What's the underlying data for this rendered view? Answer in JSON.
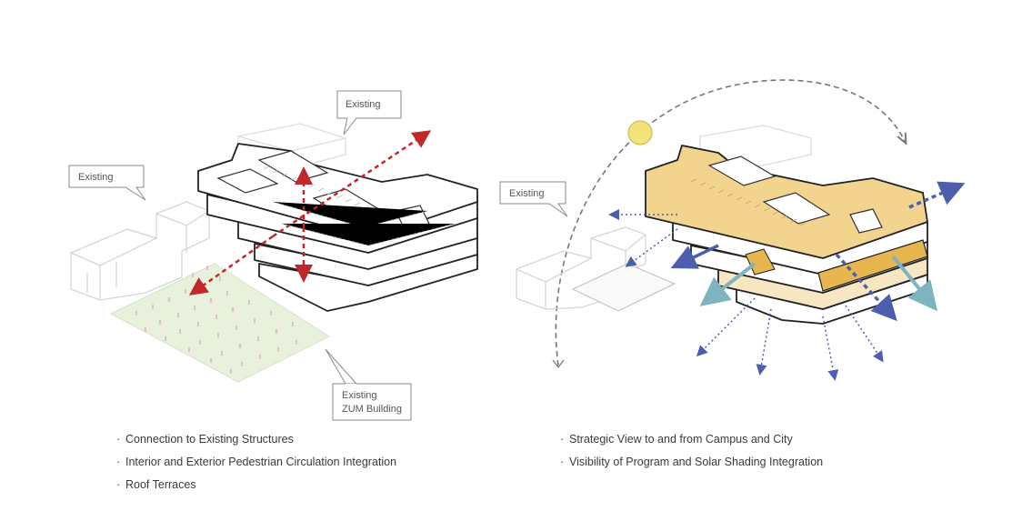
{
  "left_diagram": {
    "callouts": [
      {
        "id": "existing-top",
        "lines": [
          "Existing"
        ]
      },
      {
        "id": "existing-left",
        "lines": [
          "Existing"
        ]
      },
      {
        "id": "existing-zum",
        "lines": [
          "Existing",
          "ZUM Building"
        ]
      }
    ],
    "bullets": [
      "Connection to Existing Structures",
      "Interior and Exterior Pedestrian Circulation Integration",
      "Roof Terraces"
    ]
  },
  "right_diagram": {
    "callouts": [
      {
        "id": "existing-right",
        "lines": [
          "Existing"
        ]
      }
    ],
    "bullets": [
      "Strategic View to and from Campus and City",
      "Visibility of Program and Solar Shading Integration"
    ]
  },
  "colors": {
    "circulation_arrow": "#c0282a",
    "view_arrow": "#4b5fae",
    "shading_arrow": "#7fb3c0",
    "sun": "#f2e27a",
    "program_fill": "#f3d48f",
    "plaza_fill": "#e8f1dc"
  }
}
